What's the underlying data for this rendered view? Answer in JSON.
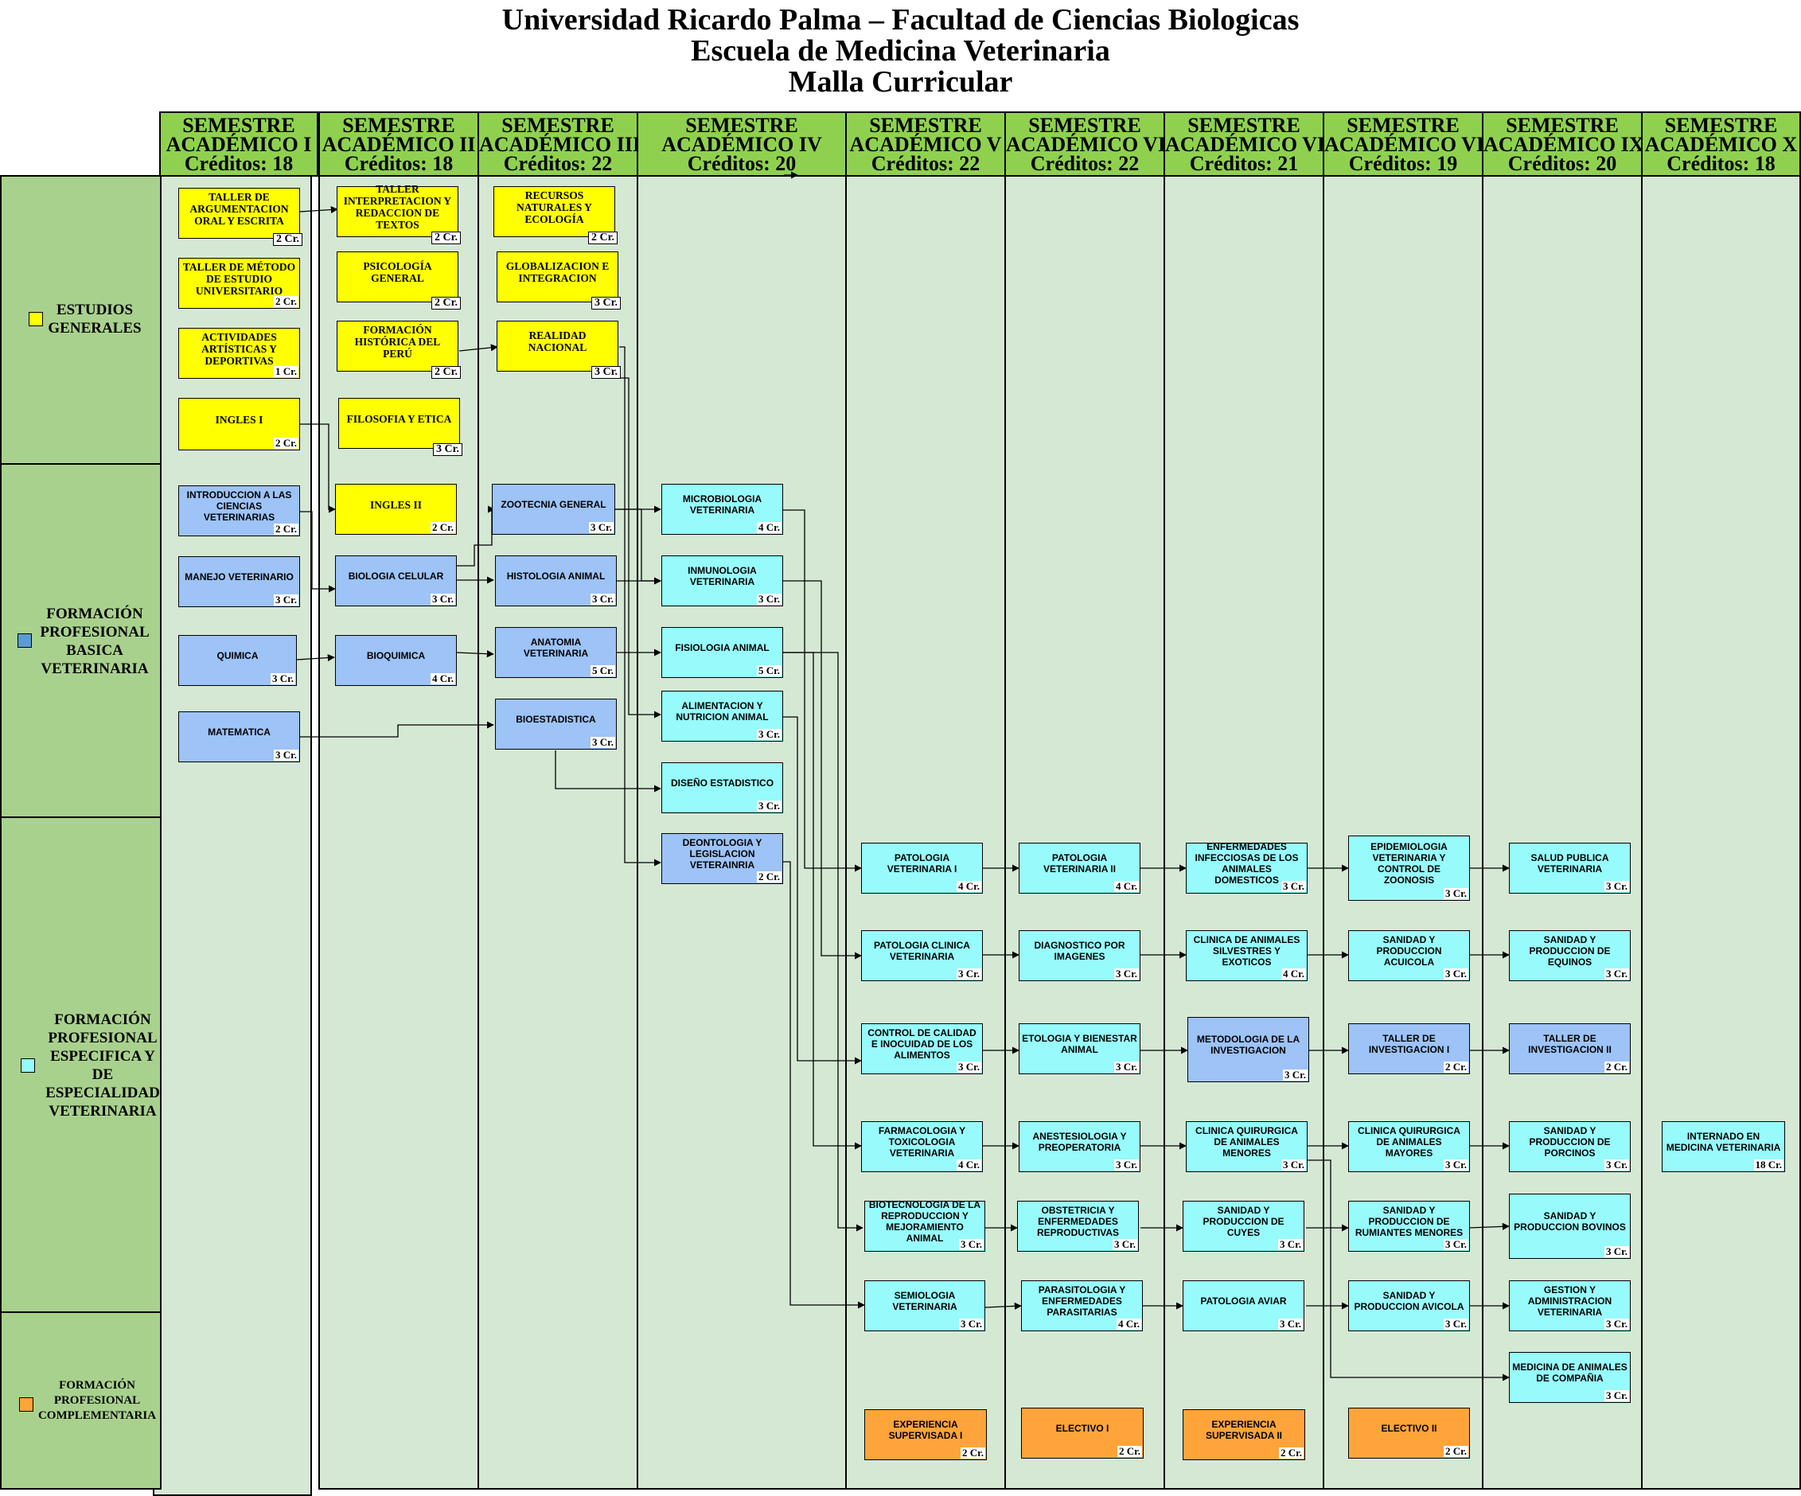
{
  "titles": [
    "Universidad Ricardo Palma – Facultad de Ciencias Biologicas",
    "Escuela de Medicina Veterinaria",
    "Malla Curricular"
  ],
  "semesters": [
    {
      "l1": "SEMESTRE",
      "l2": "ACADÉMICO I",
      "l3": "Créditos: 18"
    },
    {
      "l1": "SEMESTRE",
      "l2": "ACADÉMICO II",
      "l3": "Créditos: 18"
    },
    {
      "l1": "SEMESTRE",
      "l2": "ACADÉMICO III",
      "l3": "Créditos: 22"
    },
    {
      "l1": "SEMESTRE",
      "l2": "ACADÉMICO IV",
      "l3": "Créditos: 20"
    },
    {
      "l1": "SEMESTRE",
      "l2": "ACADÉMICO V",
      "l3": "Créditos: 22"
    },
    {
      "l1": "SEMESTRE",
      "l2": "ACADÉMICO VI",
      "l3": "Créditos: 22"
    },
    {
      "l1": "SEMESTRE",
      "l2": "ACADÉMICO VII",
      "l3": "Créditos: 21"
    },
    {
      "l1": "SEMESTRE",
      "l2": "ACADÉMICO VII",
      "l3": "Créditos: 19"
    },
    {
      "l1": "SEMESTRE",
      "l2": "ACADÉMICO IX",
      "l3": "Créditos: 20"
    },
    {
      "l1": "SEMESTRE",
      "l2": "ACADÉMICO X",
      "l3": "Créditos: 18"
    }
  ],
  "areas": [
    {
      "key": "eg",
      "label": "ESTUDIOS GENERALES",
      "color": "#ffff00"
    },
    {
      "key": "pb",
      "label": "FORMACIÓN PROFESIONAL BASICA VETERINARIA",
      "color": "#5b9bd5"
    },
    {
      "key": "pe",
      "label": "FORMACIÓN PROFESIONAL ESPECIFICA Y DE ESPECIALIDAD VETERINARIA",
      "color": "#97fbfb"
    },
    {
      "key": "pc",
      "label": "FORMACIÓN PROFESIONAL COMPLEMENTARIA",
      "color": "#ffa43a"
    }
  ],
  "colors": {
    "estudios_generales": "#ffff00",
    "profesional_basica": "#9dc3f7",
    "profesional_especifica": "#97fbfb",
    "complementaria": "#ffa43a",
    "semester_header": "#8fd14f",
    "row_header": "#a9d18e",
    "column_fill": "#d5e8d4"
  },
  "courses": {
    "c1": {
      "name": "TALLER DE ARGUMENTACION ORAL Y ESCRITA",
      "credits": "2 Cr."
    },
    "c2": {
      "name": "TALLER DE MÉTODO DE ESTUDIO UNIVERSITARIO",
      "credits": "2 Cr."
    },
    "c3": {
      "name": "ACTIVIDADES ARTÍSTICAS Y DEPORTIVAS",
      "credits": "1 Cr."
    },
    "c4": {
      "name": "INGLES I",
      "credits": "2 Cr."
    },
    "c5": {
      "name": "TALLER INTERPRETACION Y REDACCION DE TEXTOS",
      "credits": "2 Cr."
    },
    "c6": {
      "name": "PSICOLOGÍA GENERAL",
      "credits": "2 Cr."
    },
    "c7": {
      "name": "FORMACIÓN HISTÓRICA DEL PERÚ",
      "credits": "2 Cr."
    },
    "c8": {
      "name": "FILOSOFIA Y ETICA",
      "credits": "3 Cr."
    },
    "c9": {
      "name": "INGLES II",
      "credits": "2 Cr."
    },
    "c10": {
      "name": "RECURSOS NATURALES Y ECOLOGÍA",
      "credits": "2 Cr."
    },
    "c11": {
      "name": "GLOBALIZACION E INTEGRACION",
      "credits": "3 Cr."
    },
    "c12": {
      "name": "REALIDAD NACIONAL",
      "credits": "3 Cr."
    },
    "c13": {
      "name": "INTRODUCCION A LAS CIENCIAS VETERINARIAS",
      "credits": "2 Cr."
    },
    "c14": {
      "name": "MANEJO VETERINARIO",
      "credits": "3 Cr."
    },
    "c15": {
      "name": "QUIMICA",
      "credits": "3 Cr."
    },
    "c16": {
      "name": "MATEMATICA",
      "credits": "3 Cr."
    },
    "c17": {
      "name": "BIOLOGIA CELULAR",
      "credits": "3 Cr."
    },
    "c18": {
      "name": "BIOQUIMICA",
      "credits": "4 Cr."
    },
    "c19": {
      "name": "ZOOTECNIA GENERAL",
      "credits": "3 Cr."
    },
    "c20": {
      "name": "HISTOLOGIA ANIMAL",
      "credits": "3 Cr."
    },
    "c21": {
      "name": "ANATOMIA VETERINARIA",
      "credits": "5 Cr."
    },
    "c22": {
      "name": "BIOESTADISTICA",
      "credits": "3 Cr."
    },
    "c23": {
      "name": "MICROBIOLOGIA VETERINARIA",
      "credits": "4 Cr."
    },
    "c24": {
      "name": "INMUNOLOGIA VETERINARIA",
      "credits": "3 Cr."
    },
    "c25": {
      "name": "FISIOLOGIA ANIMAL",
      "credits": "5 Cr."
    },
    "c26": {
      "name": "ALIMENTACION Y NUTRICION ANIMAL",
      "credits": "3 Cr."
    },
    "c27": {
      "name": "DISEÑO ESTADISTICO",
      "credits": "3 Cr."
    },
    "c28": {
      "name": "DEONTOLOGIA Y LEGISLACION VETERAINRIA",
      "credits": "2 Cr."
    },
    "c29": {
      "name": "PATOLOGIA VETERINARIA I",
      "credits": "4 Cr."
    },
    "c30": {
      "name": "PATOLOGIA CLINICA VETERINARIA",
      "credits": "3 Cr."
    },
    "c31": {
      "name": "CONTROL DE CALIDAD E INOCUIDAD DE LOS ALIMENTOS",
      "credits": "3 Cr."
    },
    "c32": {
      "name": "FARMACOLOGIA Y TOXICOLOGIA VETERINARIA",
      "credits": "4 Cr."
    },
    "c33": {
      "name": "BIOTECNOLOGIA DE LA REPRODUCCION Y MEJORAMIENTO ANIMAL",
      "credits": "3 Cr."
    },
    "c34": {
      "name": "SEMIOLOGIA VETERINARIA",
      "credits": "3 Cr."
    },
    "c35": {
      "name": "EXPERIENCIA SUPERVISADA I",
      "credits": "2 Cr."
    },
    "c36": {
      "name": "PATOLOGIA VETERINARIA II",
      "credits": "4 Cr."
    },
    "c37": {
      "name": "DIAGNOSTICO POR IMAGENES",
      "credits": "3 Cr."
    },
    "c38": {
      "name": "ETOLOGIA Y BIENESTAR ANIMAL",
      "credits": "3 Cr."
    },
    "c39": {
      "name": "ANESTESIOLOGIA Y PREOPERATORIA",
      "credits": "3 Cr."
    },
    "c40": {
      "name": "OBSTETRICIA Y ENFERMEDADES REPRODUCTIVAS",
      "credits": "3 Cr."
    },
    "c41": {
      "name": "PARASITOLOGIA Y ENFERMEDADES PARASITARIAS",
      "credits": "4 Cr."
    },
    "c42": {
      "name": "ELECTIVO I",
      "credits": "2 Cr."
    },
    "c43": {
      "name": "ENFERMEDADES INFECCIOSAS DE LOS ANIMALES DOMESTICOS",
      "credits": "3 Cr."
    },
    "c44": {
      "name": "CLINICA  DE ANIMALES SILVESTRES Y EXOTICOS",
      "credits": "4 Cr."
    },
    "c45": {
      "name": "METODOLOGIA DE LA INVESTIGACION",
      "credits": "3 Cr."
    },
    "c46": {
      "name": "CLINICA QUIRURGICA DE ANIMALES MENORES",
      "credits": "3 Cr."
    },
    "c47": {
      "name": "SANIDAD Y PRODUCCION DE CUYES",
      "credits": "3 Cr."
    },
    "c48": {
      "name": "PATOLOGIA AVIAR",
      "credits": "3 Cr."
    },
    "c49": {
      "name": "EXPERIENCIA SUPERVISADA II",
      "credits": "2 Cr."
    },
    "c50": {
      "name": "EPIDEMIOLOGIA VETERINARIA Y CONTROL DE ZOONOSIS",
      "credits": "3 Cr."
    },
    "c51": {
      "name": "SANIDAD Y PRODUCCION ACUICOLA",
      "credits": "3 Cr."
    },
    "c52": {
      "name": "TALLER DE INVESTIGACION I",
      "credits": "2 Cr."
    },
    "c53": {
      "name": "CLINICA QUIRURGICA DE ANIMALES MAYORES",
      "credits": "3 Cr."
    },
    "c54": {
      "name": "SANIDAD Y PRODUCCION DE RUMIANTES MENORES",
      "credits": "3 Cr."
    },
    "c55": {
      "name": "SANIDAD Y PRODUCCION AVICOLA",
      "credits": "3 Cr."
    },
    "c56": {
      "name": "ELECTIVO II",
      "credits": "2 Cr."
    },
    "c57": {
      "name": "SALUD PUBLICA VETERINARIA",
      "credits": "3 Cr."
    },
    "c58": {
      "name": "SANIDAD Y PRODUCCION DE EQUINOS",
      "credits": "3 Cr."
    },
    "c59": {
      "name": "TALLER DE INVESTIGACION II",
      "credits": "2 Cr."
    },
    "c60": {
      "name": "SANIDAD Y PRODUCCION DE PORCINOS",
      "credits": "3 Cr."
    },
    "c61": {
      "name": "SANIDAD Y PRODUCCION BOVINOS",
      "credits": "3 Cr."
    },
    "c62": {
      "name": "GESTION Y ADMINISTRACION VETERINARIA",
      "credits": "3 Cr."
    },
    "c63": {
      "name": "MEDICINA DE ANIMALES DE COMPAÑIA",
      "credits": "3 Cr."
    },
    "c64": {
      "name": "INTERNADO EN MEDICINA VETERINARIA",
      "credits": "18 Cr."
    }
  }
}
